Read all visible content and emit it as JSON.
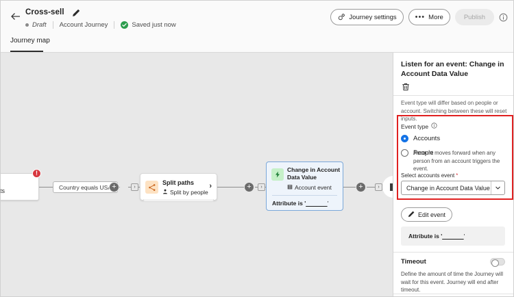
{
  "header": {
    "back_icon": "arrow-left-icon",
    "journey_name": "Cross-sell",
    "edit_icon": "pencil-icon",
    "status": "Draft",
    "journey_type": "Account Journey",
    "saved_text": "Saved just now",
    "saved_icon": "check-circle-icon",
    "actions": {
      "journey_settings": "Journey settings",
      "journey_settings_icon": "gear-icon",
      "more": "More",
      "more_icon": "ellipsis-icon",
      "publish": "Publish",
      "info_icon": "info-circle-icon"
    }
  },
  "tabs": [
    {
      "label": "Journey map",
      "active": true
    }
  ],
  "canvas": {
    "left_node": {
      "line1": "s",
      "line2": "accounts",
      "error_badge": "!"
    },
    "condition_pill": "Country equals USA",
    "split_node": {
      "title": "Split paths",
      "subtitle": "Split by people",
      "icon": "share-split-icon",
      "person_icon": "person-icon",
      "chevron": "›"
    },
    "event_node": {
      "title": "Change in Account Data Value",
      "subtitle": "Account event",
      "icon": "lightning-bolt-icon",
      "account_icon": "building-icon",
      "attribute_prefix": "Attribute is '",
      "attribute_blank": "______",
      "attribute_suffix": "'"
    },
    "end_node": "stop-square-icon",
    "add_icon": "plus-icon",
    "branch_icon": "chevron-right-small-icon"
  },
  "panel": {
    "title": "Listen for an event: Change in Account Data Value",
    "delete_icon": "trash-icon",
    "note": "Event type will differ based on people or account. Switching between these will reset inputs.",
    "event_type_label": "Event type",
    "event_type_info_icon": "info-circle-icon",
    "options": [
      {
        "label": "Accounts",
        "selected": true
      },
      {
        "label": "People",
        "selected": false
      }
    ],
    "option_description": "Account moves forward when any person from an account triggers the event.",
    "select_label": "Select accounts event",
    "required_mark": "*",
    "select_value": "Change in Account Data Value",
    "select_chevron_icon": "chevron-down-icon",
    "edit_event_label": "Edit event",
    "edit_event_icon": "pencil-icon",
    "attribute_text": "Attribute is '______'",
    "attribute_prefix": "Attribute is '",
    "attribute_blank": "______",
    "attribute_suffix": "'",
    "timeout_label": "Timeout",
    "timeout_toggle_state": "off",
    "timeout_description": "Define the amount of time the Journey will wait for this event. Journey will end after timeout."
  },
  "colors": {
    "accent_blue": "#1473E6",
    "highlight_red": "#E02020",
    "error_red": "#D7373F",
    "success_green": "#2D9D4E",
    "canvas_bg": "#E8E8E8",
    "selected_node_bg": "#EEF4FB",
    "selected_node_border": "#7AA7D9"
  }
}
